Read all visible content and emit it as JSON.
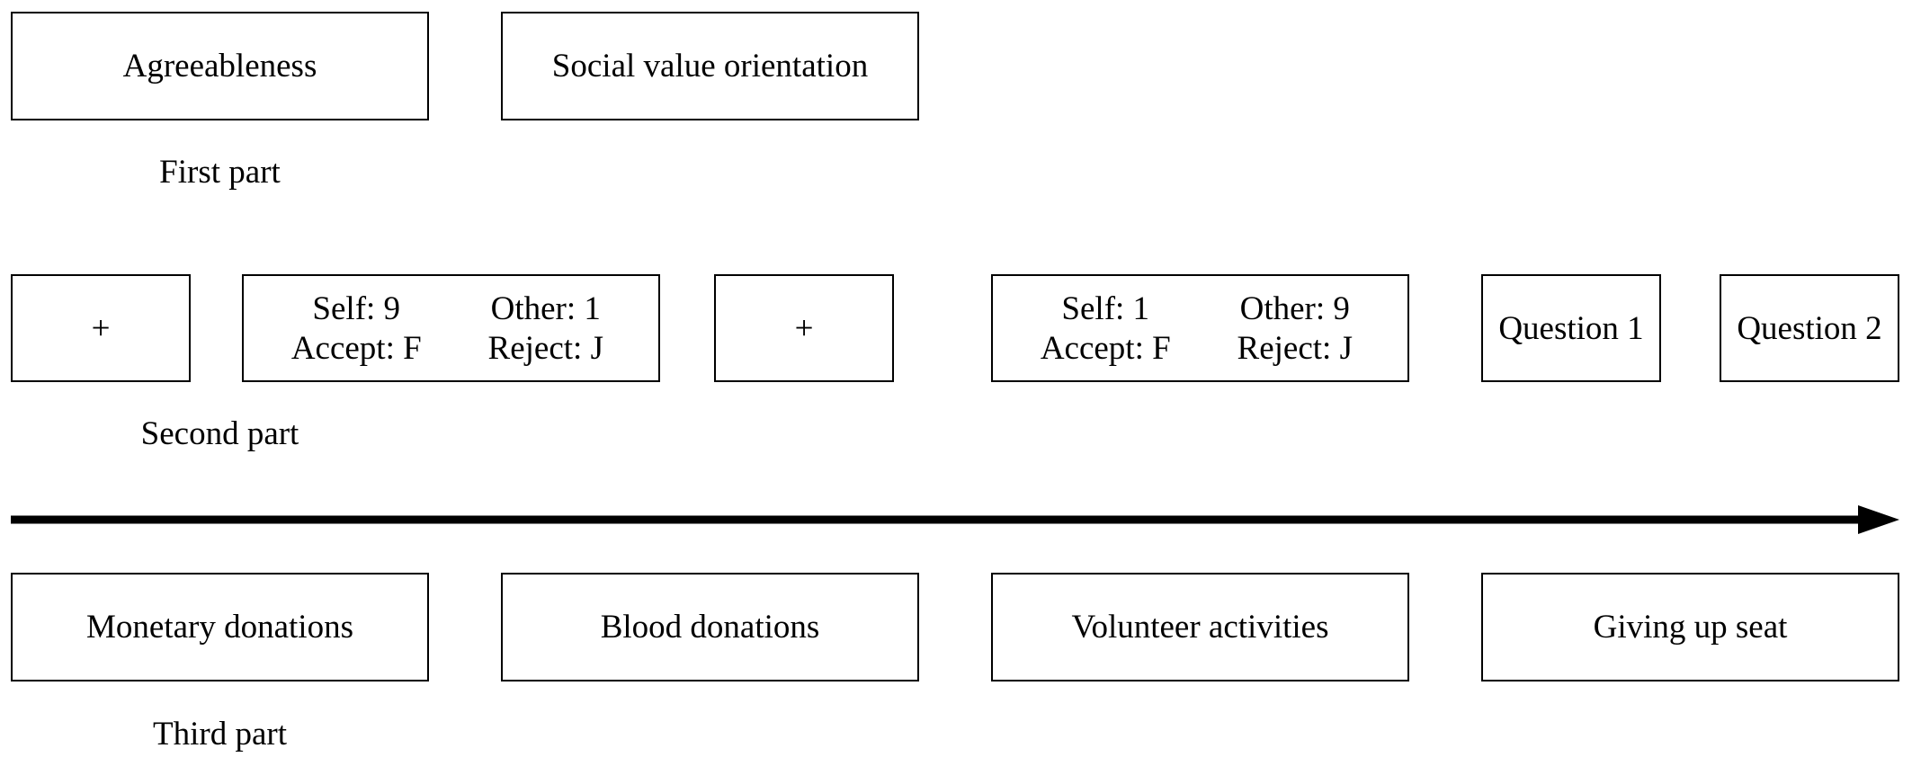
{
  "first_part": {
    "boxes": [
      "Agreeableness",
      "Social value orientation"
    ],
    "caption": "First part"
  },
  "second_part": {
    "fixation_1": "+",
    "trial_1": {
      "self": "Self: 9",
      "other": "Other: 1",
      "accept": "Accept: F",
      "reject": "Reject: J"
    },
    "fixation_2": "+",
    "trial_2": {
      "self": "Self: 1",
      "other": "Other: 9",
      "accept": "Accept: F",
      "reject": "Reject: J"
    },
    "question_1": "Question 1",
    "question_2": "Question 2",
    "caption": "Second part"
  },
  "third_part": {
    "boxes": [
      "Monetary donations",
      "Blood donations",
      "Volunteer activities",
      "Giving up seat"
    ],
    "caption": "Third part"
  },
  "colors": {
    "stroke": "#000000",
    "background": "#ffffff"
  }
}
